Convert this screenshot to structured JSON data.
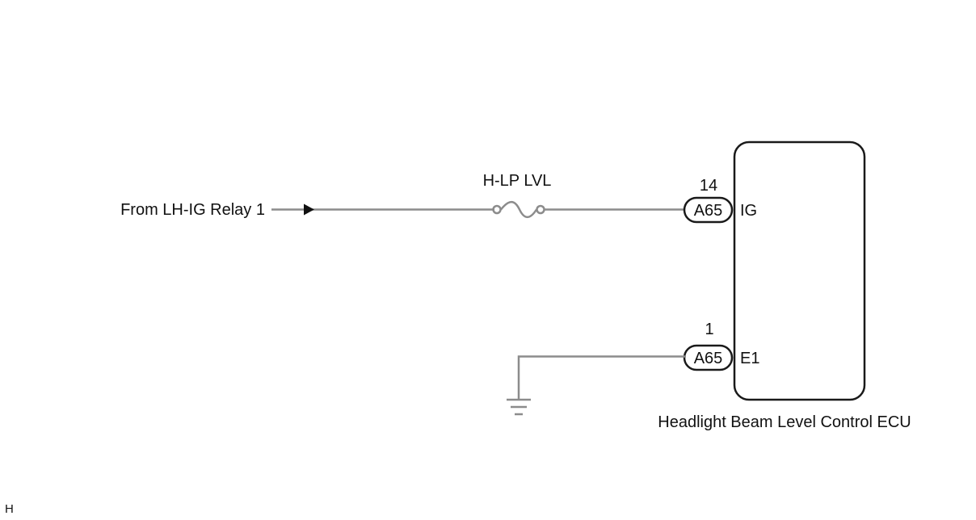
{
  "source_label": "From LH-IG Relay 1",
  "fuse": {
    "name": "H-LP LVL"
  },
  "ecu": {
    "name": "Headlight Beam Level Control ECU",
    "pins": [
      {
        "connector": "A65",
        "number": "14",
        "terminal": "IG"
      },
      {
        "connector": "A65",
        "number": "1",
        "terminal": "E1"
      }
    ]
  },
  "corner_mark": "H"
}
